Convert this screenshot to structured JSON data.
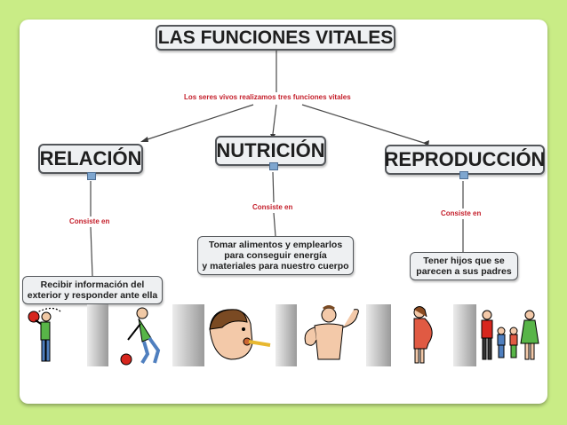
{
  "title": "LAS FUNCIONES VITALES",
  "main_link": "Los seres vivos realizamos tres funciones vitales",
  "functions": [
    {
      "name": "RELACIÓN",
      "link": "Consiste en",
      "description": "Recibir información del\nexterior y responder ante ella"
    },
    {
      "name": "NUTRICIÓN",
      "link": "Consiste en",
      "description": "Tomar alimentos y emplearlos\npara conseguir energía\ny materiales para nuestro cuerpo"
    },
    {
      "name": "REPRODUCCIÓN",
      "link": "Consiste en",
      "description": "Tener hijos que se\nparecen a sus padres"
    }
  ],
  "pictograms": [
    "person-catching-ball-icon",
    "person-picking-up-ball-icon",
    "child-eating-icon",
    "strong-man-icon",
    "pregnant-woman-icon",
    "family-icon"
  ],
  "colors": {
    "background": "#c9ec86",
    "link_text": "#c41e2a",
    "node_fill": "#eef0f2",
    "node_border": "#54575b"
  }
}
